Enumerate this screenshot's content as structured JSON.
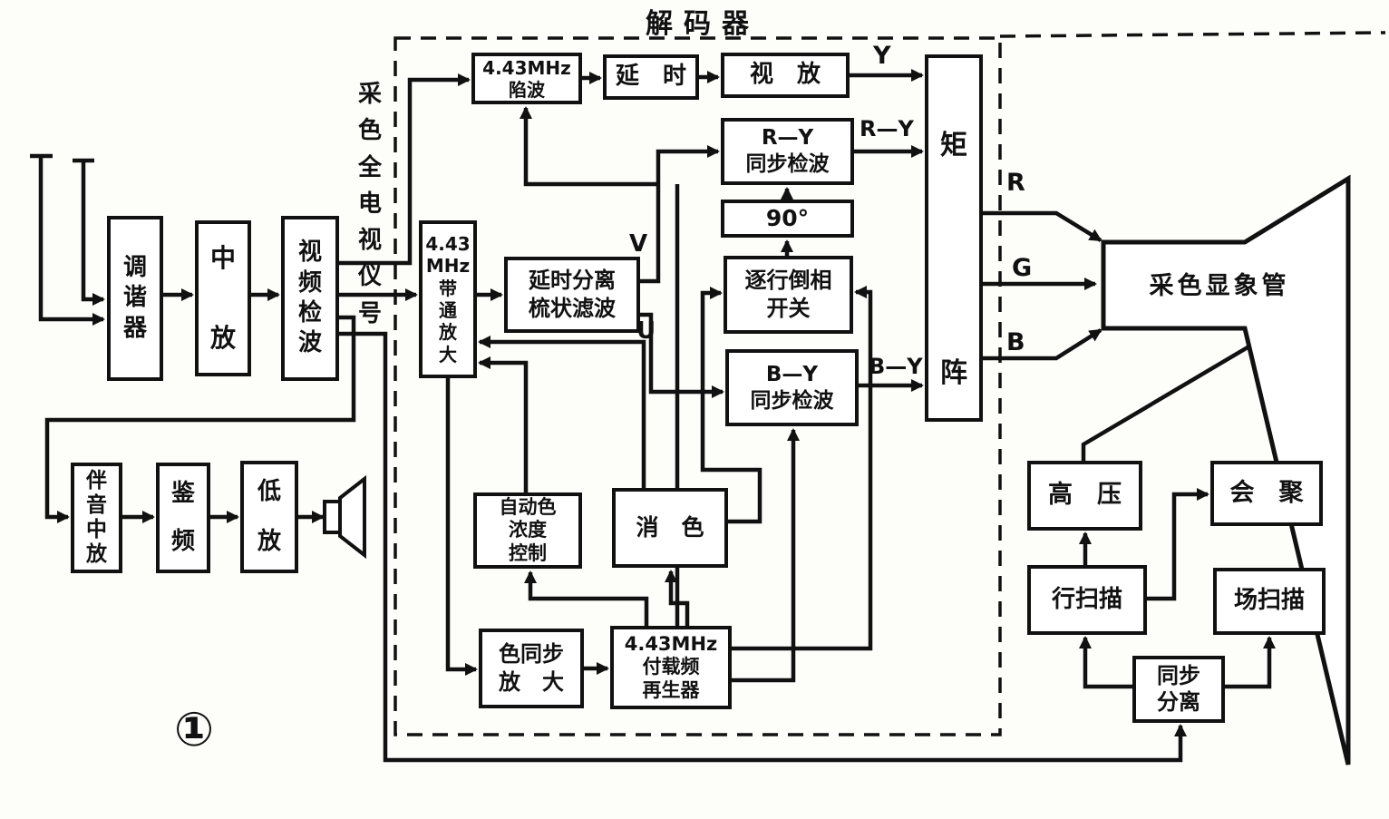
{
  "title": "解码器",
  "figure_number": "①",
  "annotation_vertical": "采\n色\n全\n电\n视\n仪\n号",
  "blocks": {
    "tuner": {
      "label": "调\n谐\n器"
    },
    "if_amp": {
      "chars": [
        "中",
        "放"
      ]
    },
    "video_det": {
      "label": "视\n频\n检\n波"
    },
    "notch": {
      "label": "4.43MHz\n陷波"
    },
    "delay": {
      "label": "延　时"
    },
    "video_amp": {
      "label": "视　放"
    },
    "matrix": {
      "chars": [
        "矩",
        "阵"
      ]
    },
    "ry_det": {
      "label": "R—Y\n同步检波"
    },
    "deg90": {
      "label": "90°"
    },
    "pal_switch": {
      "label": "逐行倒相\n开关"
    },
    "by_det": {
      "label": "B—Y\n同步检波"
    },
    "bandpass": {
      "label": "4.43\nMHz\n带\n通\n放\n大"
    },
    "comb": {
      "label": "延时分离\n梳状滤波"
    },
    "acc": {
      "label": "自动色\n浓度\n控制"
    },
    "color_killer": {
      "label": "消　色"
    },
    "burst_amp": {
      "label": "色同步\n放　大"
    },
    "subcarrier_regen": {
      "label": "4.43MHz\n付载频\n再生器"
    },
    "sound_if": {
      "label": "伴\n音\n中\n放"
    },
    "discriminator": {
      "chars": [
        "鉴",
        "频"
      ]
    },
    "audio_amp": {
      "chars": [
        "低",
        "放"
      ]
    },
    "high_voltage": {
      "label": "高　压"
    },
    "convergence": {
      "label": "会　聚"
    },
    "h_scan": {
      "label": "行扫描"
    },
    "v_scan": {
      "label": "场扫描"
    },
    "sync_sep": {
      "label": "同步\n分离"
    },
    "crt": {
      "label": "采色显象管"
    }
  },
  "signals": {
    "y": "Y",
    "ry": "R—Y",
    "by": "B—Y",
    "v": "V",
    "u": "U",
    "r": "R",
    "g": "G",
    "b": "B"
  },
  "colors": {
    "ink": "#111111",
    "paper": "#ffffff"
  }
}
